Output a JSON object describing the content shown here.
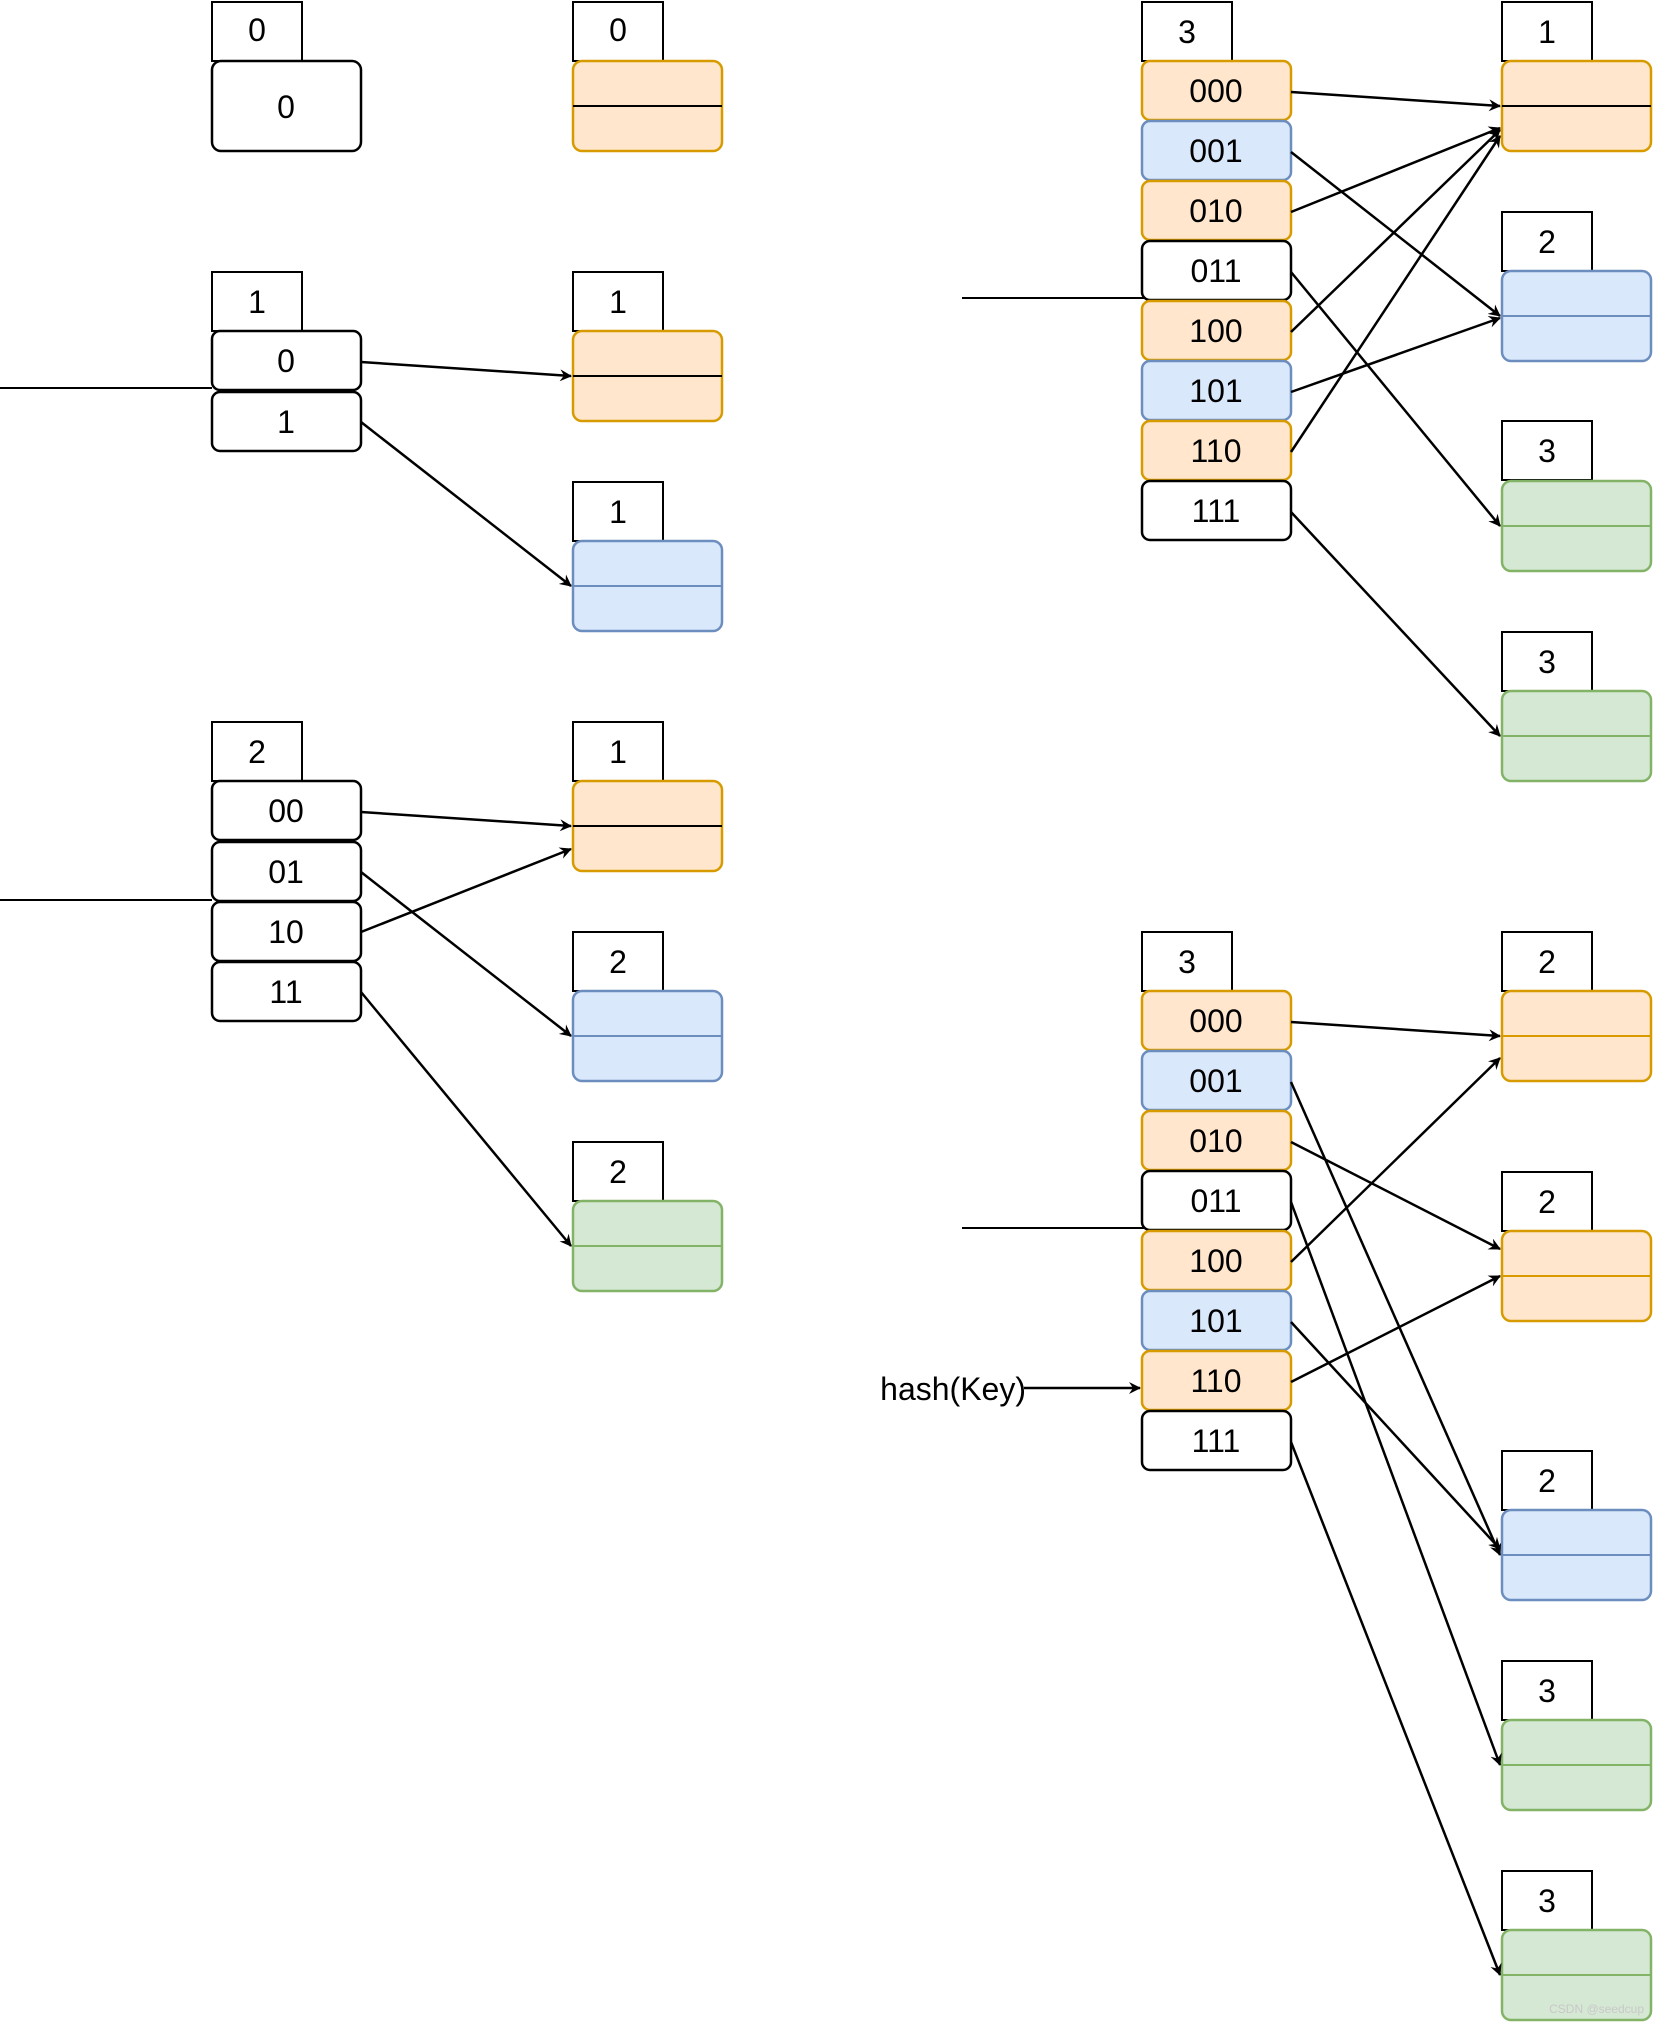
{
  "colors": {
    "orange_fill": "#ffe6cc",
    "orange_stroke": "#d79b00",
    "blue_fill": "#dae8fc",
    "blue_stroke": "#6c8ebf",
    "green_fill": "#d5e8d4",
    "green_stroke": "#82b366",
    "white_fill": "#ffffff",
    "black_stroke": "#000000"
  },
  "stage0": {
    "global_depth": "0",
    "entries": [
      "0"
    ],
    "bucket_depths": [
      "0"
    ]
  },
  "stage1": {
    "global_depth": "1",
    "entries": [
      "0",
      "1"
    ],
    "bucket_depths": [
      "1",
      "1"
    ]
  },
  "stage2": {
    "global_depth": "2",
    "entries": [
      "00",
      "01",
      "10",
      "11"
    ],
    "bucket_depths": [
      "1",
      "2",
      "2"
    ]
  },
  "stage3": {
    "global_depth": "3",
    "entries": [
      "000",
      "001",
      "010",
      "011",
      "100",
      "101",
      "110",
      "111"
    ],
    "bucket_depths": [
      "1",
      "2",
      "3",
      "3"
    ]
  },
  "stage4": {
    "global_depth": "3",
    "entries": [
      "000",
      "001",
      "010",
      "011",
      "100",
      "101",
      "110",
      "111"
    ],
    "bucket_depths": [
      "2",
      "2",
      "2",
      "3",
      "3"
    ]
  },
  "hash_label": "hash(Key)",
  "watermark": "CSDN @seedcup"
}
